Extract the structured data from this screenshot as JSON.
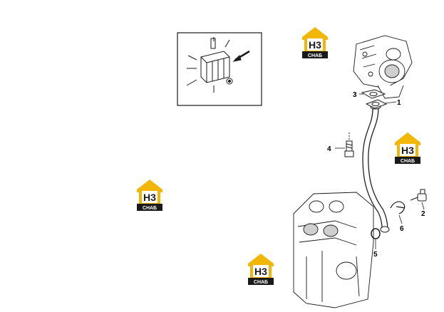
{
  "diagram": {
    "callouts": [
      {
        "id": "1",
        "label": "1"
      },
      {
        "id": "2",
        "label": "2"
      },
      {
        "id": "3",
        "label": "3"
      },
      {
        "id": "4",
        "label": "4"
      },
      {
        "id": "5",
        "label": "5"
      },
      {
        "id": "6",
        "label": "6"
      }
    ],
    "watermark": {
      "mark": "НЗ",
      "caption": "СНАБ",
      "colors": {
        "roof": "#f2b705",
        "dark": "#1a1a1a",
        "text": "#ffffff"
      },
      "count": 4
    },
    "colors": {
      "line": "#1a1a1a",
      "fill": "#ffffff",
      "shade": "#cfcfcf"
    }
  }
}
